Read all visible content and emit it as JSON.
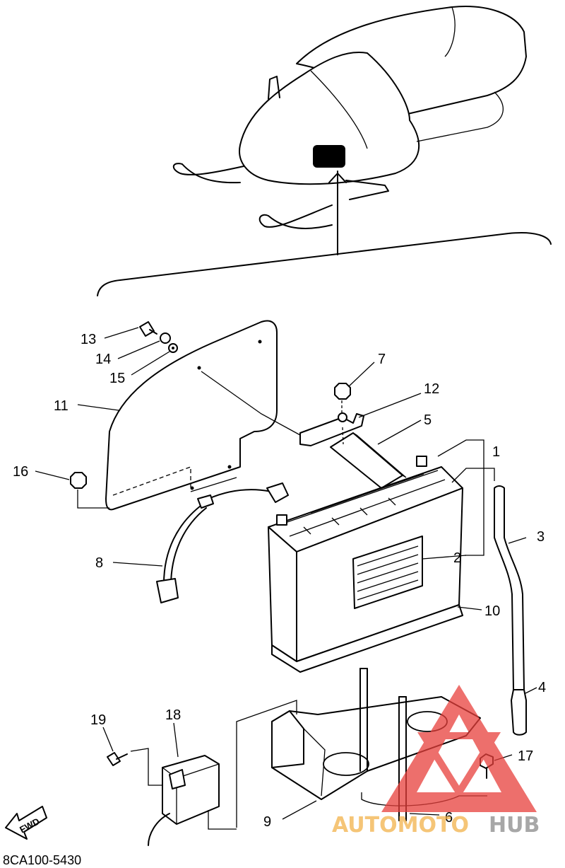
{
  "diagram": {
    "code": "8CA100-5430",
    "fwd_label": "FWD",
    "callouts": [
      {
        "id": "c1",
        "text": "1"
      },
      {
        "id": "c2",
        "text": "2"
      },
      {
        "id": "c3",
        "text": "3"
      },
      {
        "id": "c4",
        "text": "4"
      },
      {
        "id": "c5",
        "text": "5"
      },
      {
        "id": "c6",
        "text": "6"
      },
      {
        "id": "c7",
        "text": "7"
      },
      {
        "id": "c8",
        "text": "8"
      },
      {
        "id": "c9",
        "text": "9"
      },
      {
        "id": "c10",
        "text": "10"
      },
      {
        "id": "c11",
        "text": "11"
      },
      {
        "id": "c12",
        "text": "12"
      },
      {
        "id": "c13",
        "text": "13"
      },
      {
        "id": "c14",
        "text": "14"
      },
      {
        "id": "c15",
        "text": "15"
      },
      {
        "id": "c16",
        "text": "16"
      },
      {
        "id": "c17",
        "text": "17"
      },
      {
        "id": "c18",
        "text": "18"
      },
      {
        "id": "c19",
        "text": "19"
      }
    ]
  },
  "watermark": {
    "part1": "AUTOMOTO",
    "part2": "HUB",
    "color_primary": "#e8403c",
    "color_secondary": "#f2b24a",
    "color_dark": "#8a8a8a"
  }
}
